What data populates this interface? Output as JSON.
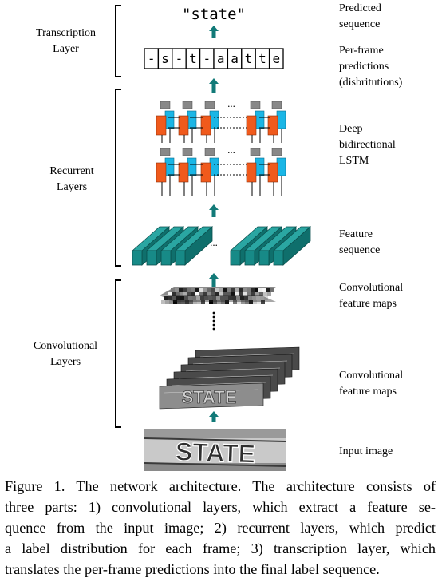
{
  "layers": {
    "transcription": [
      "Transcription",
      "Layer"
    ],
    "recurrent": [
      "Recurrent",
      "Layers"
    ],
    "convolutional": [
      "Convolutional",
      "Layers"
    ]
  },
  "annotations": {
    "predicted": [
      "Predicted",
      "sequence"
    ],
    "per_frame": [
      "Per-frame",
      "predictions",
      "(disbritutions)"
    ],
    "lstm": [
      "Deep",
      "bidirectional",
      "LSTM"
    ],
    "feature_seq": [
      "Feature",
      "sequence"
    ],
    "conv_maps_top": [
      "Convolutional",
      "feature maps"
    ],
    "conv_maps_bottom": [
      "Convolutional",
      "feature maps"
    ],
    "input": [
      "Input image"
    ]
  },
  "output_label": "\"state\"",
  "frame_predictions": [
    "-",
    "s",
    "-",
    "t",
    "-",
    "a",
    "a",
    "t",
    "t",
    "e"
  ],
  "ellipsis": "...",
  "input_image_text": "STATE",
  "colors": {
    "arrow": "#127a78",
    "lstm_orange": "#f05a1c",
    "lstm_cyan": "#1ab6e6",
    "lstm_gray": "#888888",
    "feature_teal": "#178a87"
  },
  "caption": [
    "Figure 1. The network architecture.  The architecture consists of",
    "three parts:  1) convolutional layers, which extract a feature se-",
    "quence from the input image; 2) recurrent layers, which predict",
    "a label distribution for each frame; 3) transcription layer, which",
    "translates the per-frame predictions into the final label sequence."
  ]
}
